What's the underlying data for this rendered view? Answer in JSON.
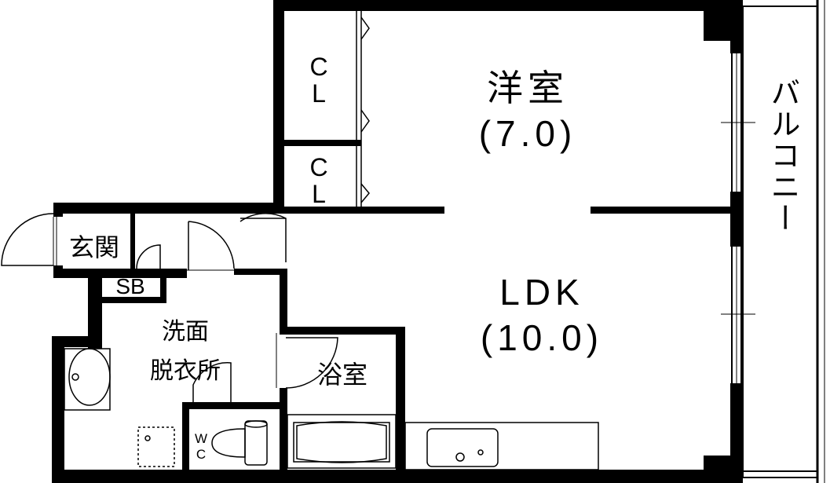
{
  "rooms": {
    "western": {
      "name": "洋室",
      "area": "(7.0)"
    },
    "ldk": {
      "name": "LDK",
      "area": "(10.0)"
    },
    "closet_upper": {
      "line1": "C",
      "line2": "L"
    },
    "closet_lower": {
      "line1": "C",
      "line2": "L"
    },
    "entrance": {
      "name": "玄関"
    },
    "shoe_box": {
      "name": "SB"
    },
    "washroom": {
      "line1": "洗面",
      "line2": "脱衣所"
    },
    "bathroom": {
      "name": "浴室"
    },
    "toilet": {
      "line1": "W",
      "line2": "C"
    },
    "balcony": {
      "name": "バルコニー"
    }
  },
  "colors": {
    "wall": "#000000",
    "background": "#ffffff"
  }
}
